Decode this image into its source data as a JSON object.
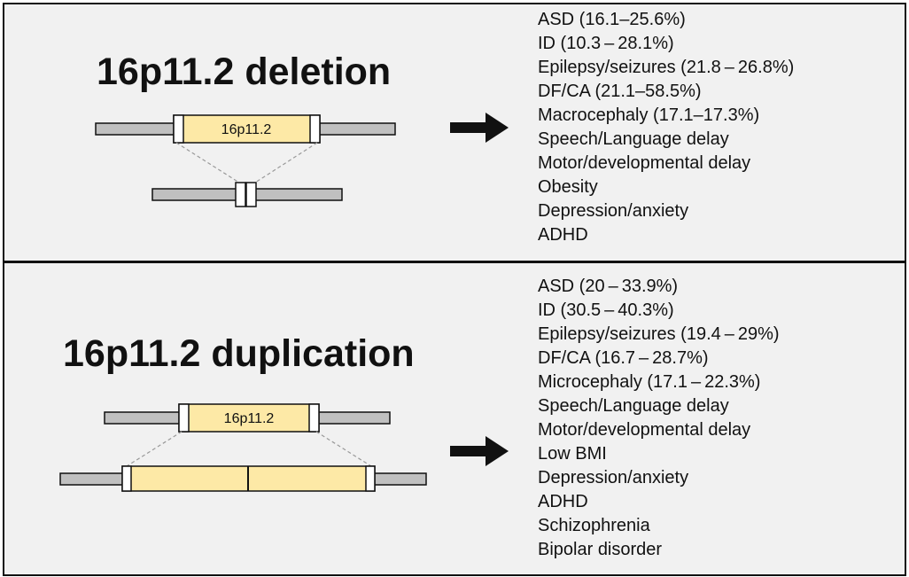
{
  "deletion": {
    "title": "16p11.2 deletion",
    "region_label": "16p11.2",
    "phenotypes": [
      "ASD (16.1–25.6%)",
      "ID (10.3 – 28.1%)",
      "Epilepsy/seizures (21.8 – 26.8%)",
      "DF/CA (21.1–58.5%)",
      "Macrocephaly (17.1–17.3%)",
      "Speech/Language delay",
      "Motor/developmental delay",
      "Obesity",
      "Depression/anxiety",
      "ADHD"
    ]
  },
  "duplication": {
    "title": "16p11.2 duplication",
    "region_label": "16p11.2",
    "phenotypes": [
      "ASD (20 – 33.9%)",
      "ID (30.5 – 40.3%)",
      "Epilepsy/seizures (19.4 – 29%)",
      "DF/CA (16.7 – 28.7%)",
      "Microcephaly (17.1 – 22.3%)",
      "Speech/Language delay",
      "Motor/developmental delay",
      "Low BMI",
      "Depression/anxiety",
      "ADHD",
      "Schizophrenia",
      "Bipolar disorder"
    ]
  },
  "colors": {
    "region_fill": "#fde9a6",
    "chromosome_fill": "#c0c0c0",
    "outline": "#111111",
    "background": "#f1f1f1"
  }
}
